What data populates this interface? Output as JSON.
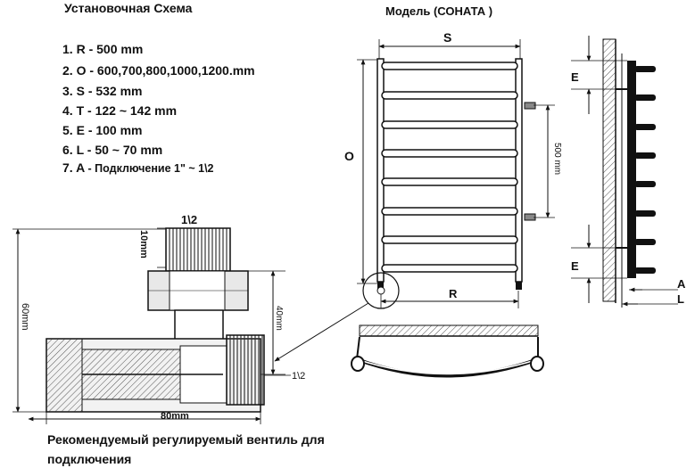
{
  "header": {
    "title": "Установочная Схема",
    "model": "Модель  (СОНАТА )"
  },
  "specs": [
    {
      "num": "1.",
      "key": "R",
      "value": "- 500 mm"
    },
    {
      "num": "2.",
      "key": "O",
      "value": "- 600,700,800,1000,1200.mm"
    },
    {
      "num": "3.",
      "key": "S",
      "value": "- 532 mm"
    },
    {
      "num": "4.",
      "key": "T",
      "value": "- 122 ~ 142 mm"
    },
    {
      "num": "5.",
      "key": "E",
      "value": "- 100 mm"
    },
    {
      "num": "6.",
      "key": "L",
      "value": "- 50 ~ 70 mm"
    },
    {
      "num": "7.",
      "key": "A",
      "value": "- Подключение   1\" ~  1\\2"
    }
  ],
  "dimensions": {
    "S": "S",
    "O": "O",
    "R": "R",
    "E_top": "E",
    "E_bottom": "E",
    "A": "A",
    "L": "L",
    "spacing_500": "500 mm"
  },
  "valve": {
    "thread_top": "1\\2",
    "thread_side": "1\\2",
    "dim_10mm": "10mm",
    "dim_40mm": "40mm",
    "dim_60mm": "60mm",
    "dim_80mm": "80mm"
  },
  "footer": {
    "line1": "Рекомендуемый регулируемый вентиль для",
    "line2": "подключения"
  }
}
